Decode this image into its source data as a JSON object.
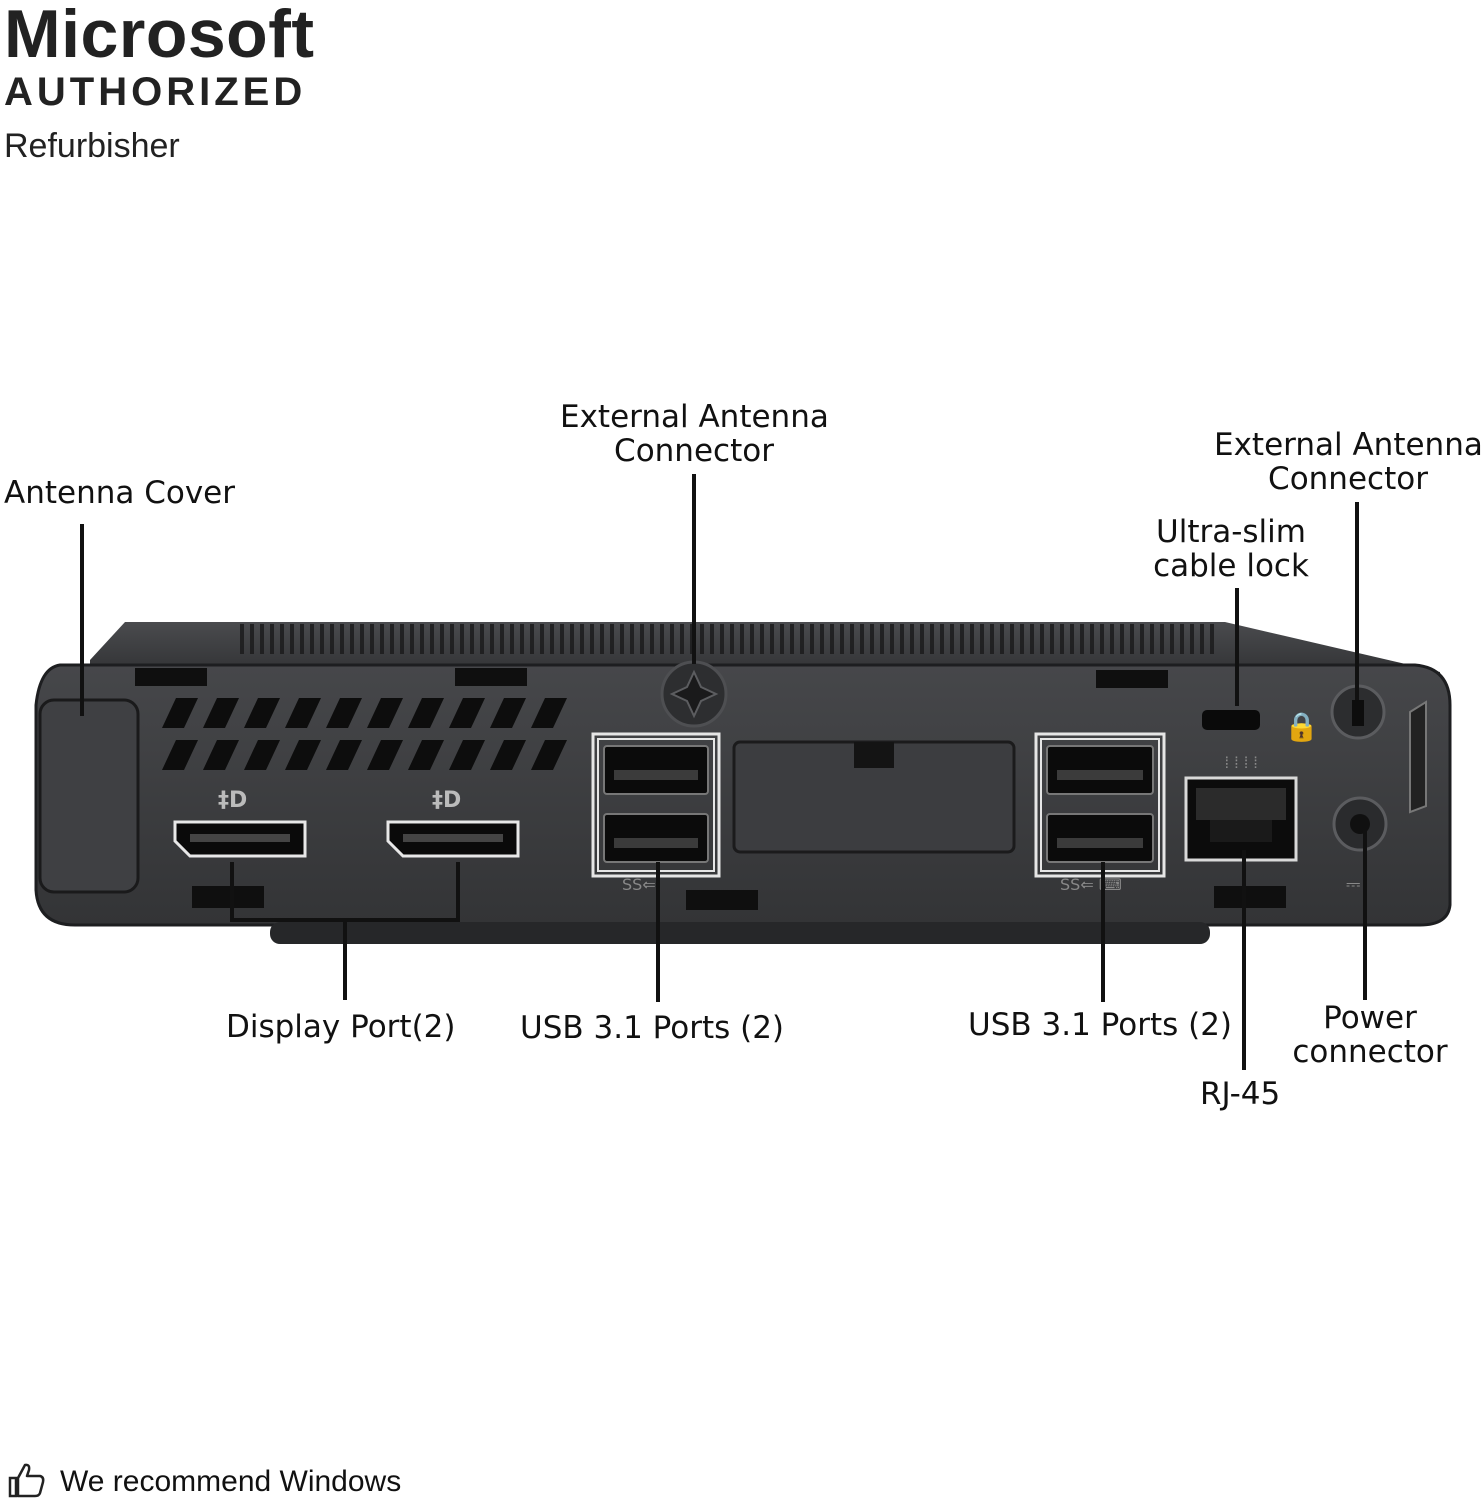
{
  "badge": {
    "line1": "Microsoft",
    "line2": "AUTHORIZED",
    "line3": "Refurbisher"
  },
  "labels": {
    "antenna_cover": "Antenna Cover",
    "ext_antenna_center_l1": "External Antenna",
    "ext_antenna_center_l2": "Connector",
    "ext_antenna_right_l1": "External Antenna",
    "ext_antenna_right_l2": "Connector",
    "cable_lock_l1": "Ultra-slim",
    "cable_lock_l2": "cable lock",
    "display_port": "Display Port(2)",
    "usb_left": "USB 3.1 Ports (2)",
    "usb_right": "USB 3.1 Ports (2)",
    "rj45": "RJ-45",
    "power_l1": "Power",
    "power_l2": "connector"
  },
  "footer": {
    "icon": "thumbs-up-icon",
    "text": "We recommend Windows"
  },
  "colors": {
    "chassis": "#3a3b3d",
    "chassis_edge": "#1d1e20",
    "port_black": "#0c0c0c",
    "callout_line": "#111111"
  }
}
